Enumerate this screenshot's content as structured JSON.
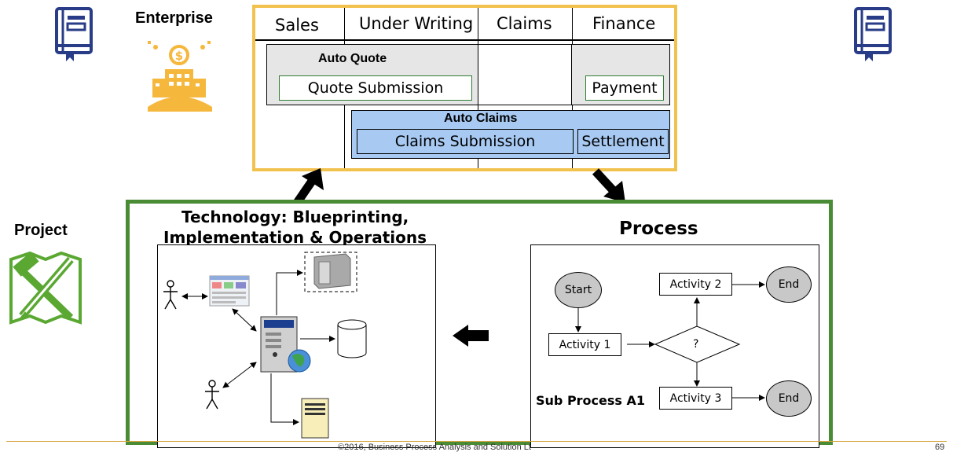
{
  "enterprise": {
    "label": "Enterprise"
  },
  "project": {
    "label": "Project"
  },
  "matrix": {
    "columns": [
      "Sales",
      "Under Writing",
      "Claims",
      "Finance"
    ],
    "auto_quote": {
      "title": "Auto Quote",
      "quote_submission": "Quote Submission",
      "payment": "Payment"
    },
    "auto_claims": {
      "title": "Auto Claims",
      "claims_submission": "Claims Submission",
      "settlement": "Settlement"
    }
  },
  "technology": {
    "title_line1": "Technology: Blueprinting,",
    "title_line2": "Implementation & Operations"
  },
  "process": {
    "title": "Process",
    "start": "Start",
    "activity1": "Activity 1",
    "activity2": "Activity 2",
    "activity3": "Activity 3",
    "decision": "?",
    "end": "End",
    "subprocess": "Sub Process A1"
  },
  "footer": {
    "text": "©2016, Business Process Analysis and Solution Lt",
    "page": "69"
  },
  "colors": {
    "frame_yellow": "#f2c24e",
    "frame_green": "#4a8c35",
    "quote_grey": "#e6e6e6",
    "claims_blue": "#a7c9f2",
    "icon_blue": "#283c87",
    "icon_gold": "#f5b73c",
    "icon_green": "#5aa832"
  }
}
